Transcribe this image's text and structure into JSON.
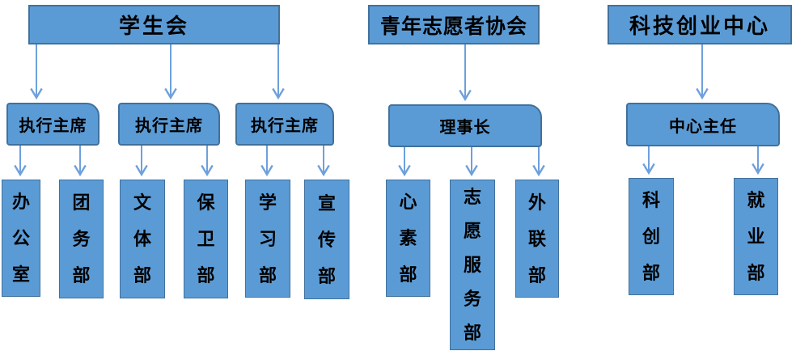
{
  "diagram_title": "",
  "colors": {
    "node_fill": "#5B9BD5",
    "node_border": "#41719C",
    "arrow": "#6EA0DC",
    "text": "#000000",
    "background": "#FFFFFF"
  },
  "org_chart": {
    "student_union": {
      "root": "学生会",
      "leaders": [
        "执行主席",
        "执行主席",
        "执行主席"
      ],
      "departments": [
        "办公室",
        "团务部",
        "文体部",
        "保卫部",
        "学习部",
        "宣传部"
      ]
    },
    "volunteer_association": {
      "root": "青年志愿者协会",
      "leaders": [
        "理事长"
      ],
      "departments": [
        "心素部",
        "志愿服务部",
        "外联部"
      ]
    },
    "tech_center": {
      "root": "科技创业中心",
      "leaders": [
        "中心主任"
      ],
      "departments": [
        "科创部",
        "就业部"
      ]
    }
  }
}
